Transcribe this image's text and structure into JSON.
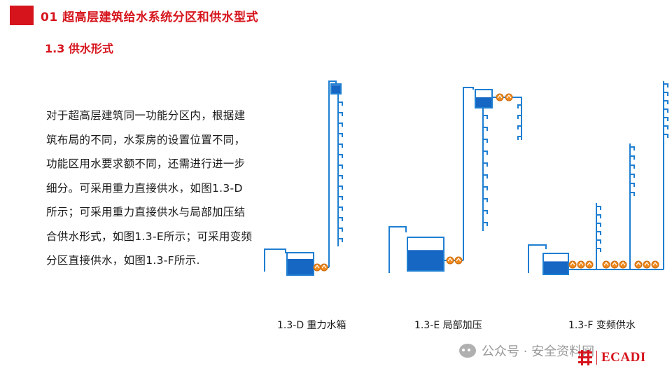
{
  "header": {
    "title": "01 超高层建筑给水系统分区和供水型式",
    "subtitle": "1.3 供水形式"
  },
  "body": {
    "paragraph": "对于超高层建筑同一功能分区内，根据建筑布局的不同，水泵房的设置位置不同，功能区用水要求额不同，还需进行进一步细分。可采用重力直接供水，如图1.3-D所示；可采用重力直接供水与局部加压结合供水形式，如图1.3-E所示；可采用变频分区直接供水，如图1.3-F所示."
  },
  "figures": [
    {
      "caption": "1.3-D 重力水箱"
    },
    {
      "caption": "1.3-E 局部加压"
    },
    {
      "caption": "1.3-F 变频供水"
    }
  ],
  "watermark": {
    "text": "公众号 · 安全资料网",
    "icon": "wechat-icon"
  },
  "logo": {
    "text": "ECADI"
  },
  "colors": {
    "accent": "#d6141c",
    "pipe": "#1f7fd1",
    "water": "#1666c4",
    "pump": "#f08a1c"
  }
}
